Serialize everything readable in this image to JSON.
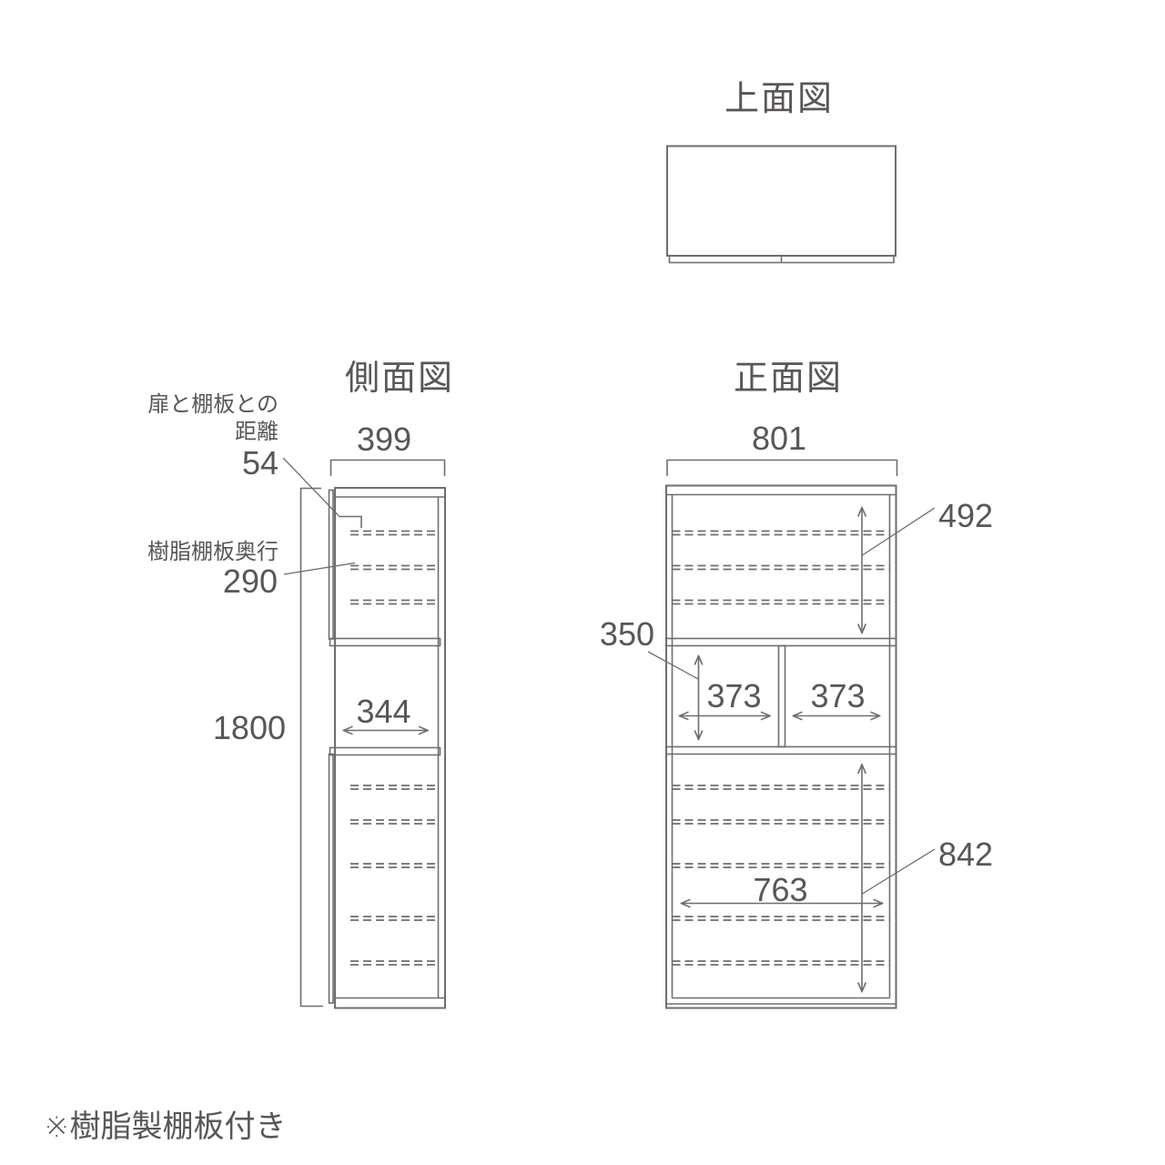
{
  "document": {
    "footer_note": "※樹脂製棚板付き"
  },
  "colors": {
    "background": "#ffffff",
    "line": "#6f6d6d",
    "text": "#595655"
  },
  "views": {
    "top_view": {
      "title": "上面図"
    },
    "side_view": {
      "title": "側面図",
      "width_mm": "399",
      "height_mm": "1800",
      "open_shelf_depth_mm": "344",
      "door_shelf_gap": {
        "label_line1": "扉と棚板との",
        "label_line2": "距離",
        "value": "54"
      },
      "resin_shelf_depth": {
        "label": "樹脂棚板奥行",
        "value": "290"
      }
    },
    "front_view": {
      "title": "正面図",
      "width_mm": "801",
      "upper_inner_height_mm": "492",
      "middle_inner_height_mm": "350",
      "middle_left_width_mm": "373",
      "middle_right_width_mm": "373",
      "lower_inner_width_mm": "763",
      "lower_inner_height_mm": "842"
    }
  }
}
